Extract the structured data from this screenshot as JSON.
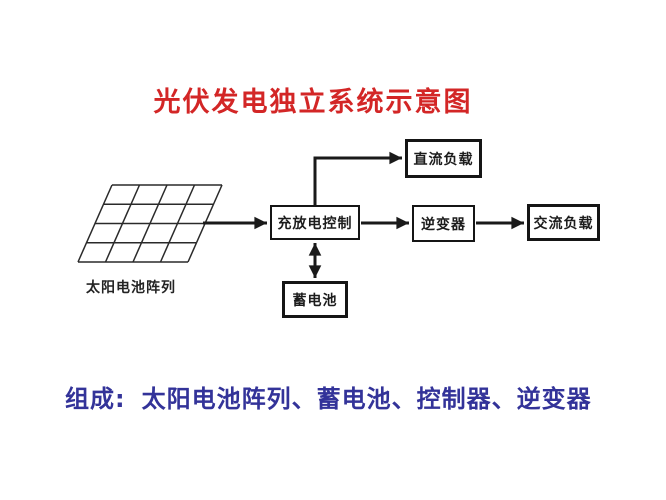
{
  "title": {
    "text": "光伏发电独立系统示意图",
    "color": "#d32626"
  },
  "diagram": {
    "solar_array_label": "太阳电池阵列",
    "boxes": {
      "controller": "充放电控制",
      "dc_load": "直流负载",
      "inverter": "逆变器",
      "ac_load": "交流负载",
      "battery": "蓄电池"
    },
    "connections": [
      "solar-array -> controller",
      "controller -> dc_load",
      "controller -> inverter",
      "inverter -> ac_load",
      "controller <-> battery"
    ],
    "line_color": "#1a1a1a"
  },
  "caption": {
    "prefix": "组成:",
    "text": "太阳电池阵列、蓄电池、控制器、逆变器",
    "color": "#333399"
  }
}
